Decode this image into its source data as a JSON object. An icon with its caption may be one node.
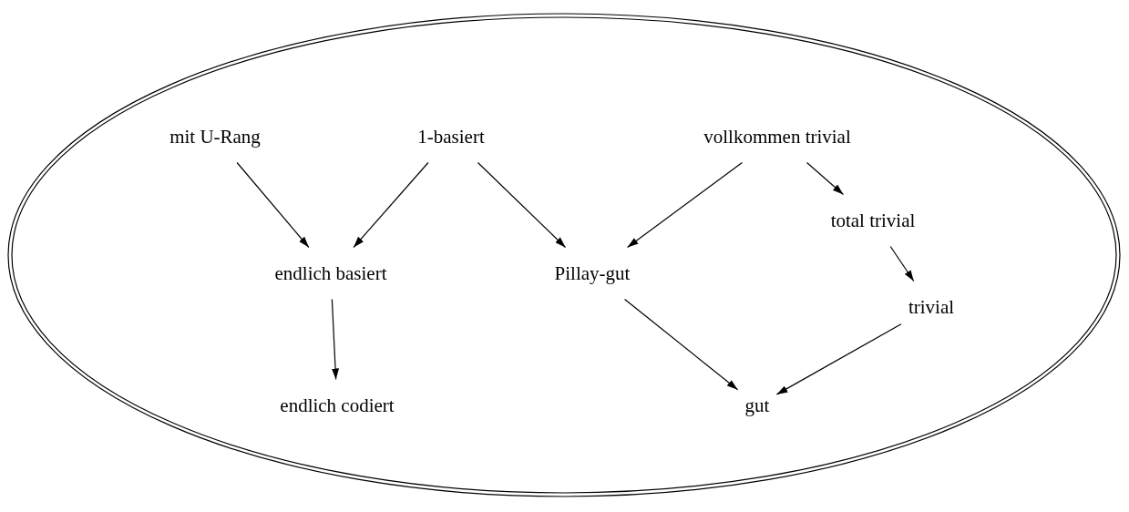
{
  "diagram": {
    "nodes": [
      {
        "text": [],
        "shape": "ellipse"
      },
      {
        "text": [
          "mit U-Rang"
        ],
        "in": 0
      },
      {
        "text": [
          "1-basiert"
        ],
        "in": 0
      },
      {
        "text": [
          "vollkommen trivial"
        ],
        "in": 0
      },
      {
        "text": [
          "endlich basiert"
        ],
        "in": 0
      },
      {
        "text": [
          "Pillay-gut"
        ],
        "in": 0
      },
      {
        "text": [
          "total trivial"
        ],
        "in": 0
      },
      {
        "text": [
          "trivial"
        ],
        "in": 0
      },
      {
        "text": [
          "endlich codiert"
        ],
        "in": 0
      },
      {
        "text": [
          "gut"
        ],
        "in": 0
      }
    ],
    "edges": [
      {
        "from": 1,
        "to": 4,
        "arrow": "to"
      },
      {
        "from": 2,
        "to": 4,
        "arrow": "to"
      },
      {
        "from": 2,
        "to": 5,
        "arrow": "to"
      },
      {
        "from": 3,
        "to": 5,
        "arrow": "to"
      },
      {
        "from": 3,
        "to": 6,
        "arrow": "to"
      },
      {
        "from": 6,
        "to": 7,
        "arrow": "to"
      },
      {
        "from": 4,
        "to": 8,
        "arrow": "to"
      },
      {
        "from": 5,
        "to": 9,
        "arrow": "to"
      },
      {
        "from": 7,
        "to": 9,
        "arrow": "to"
      }
    ]
  }
}
